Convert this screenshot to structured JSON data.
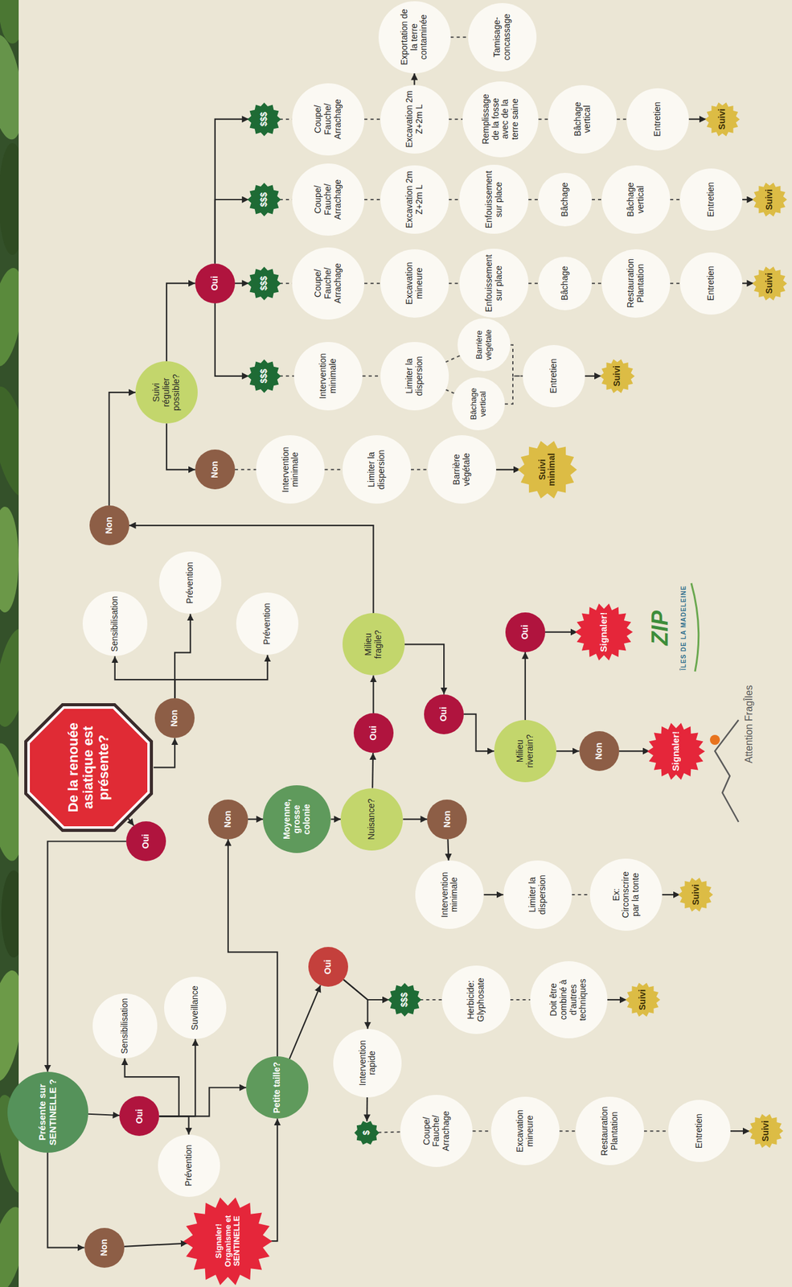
{
  "diagram": {
    "nodes": [
      {
        "text": [
          "De la renouée asiatique est présente?"
        ]
      },
      {
        "text": [
          "Non"
        ]
      },
      {
        "text": [
          "Sensibilisation"
        ]
      },
      {
        "text": [
          "Prévention"
        ]
      },
      {
        "text": [
          "Prévention"
        ]
      },
      {
        "text": [
          "Oui"
        ]
      },
      {
        "text": [
          "Présente sur SENTINELLE ?"
        ]
      },
      {
        "text": [
          "Oui"
        ]
      },
      {
        "text": [
          "Sensibilisation"
        ]
      },
      {
        "text": [
          "Suveillance"
        ]
      },
      {
        "text": [
          "Prévention"
        ]
      },
      {
        "text": [
          "Non"
        ]
      },
      {
        "text": [
          "Signaler! Organisme et SENTINELLE"
        ]
      },
      {
        "text": [
          "Petite taille?"
        ]
      },
      {
        "text": [
          "Oui"
        ]
      },
      {
        "text": [
          "Intervention rapide"
        ]
      },
      {
        "text": [
          "$"
        ]
      },
      {
        "text": [
          "Coupe/ Fauche/ Arrachage"
        ]
      },
      {
        "text": [
          "Excavation mineure"
        ]
      },
      {
        "text": [
          "Restauration Plantation"
        ]
      },
      {
        "text": [
          "Entretien"
        ]
      },
      {
        "text": [
          "Suivi"
        ]
      },
      {
        "text": [
          "$$$"
        ]
      },
      {
        "text": [
          "Herbicide: Glyphosate"
        ]
      },
      {
        "text": [
          "Doit être combiné à d'autres techniques"
        ]
      },
      {
        "text": [
          "Suivi"
        ]
      },
      {
        "text": [
          "Non"
        ]
      },
      {
        "text": [
          "Moyenne, grosse colonie"
        ]
      },
      {
        "text": [
          "Nuisance?"
        ]
      },
      {
        "text": [
          "Non"
        ]
      },
      {
        "text": [
          "Intervention minimale"
        ]
      },
      {
        "text": [
          "Limiter la dispersion"
        ]
      },
      {
        "text": [
          "Ex: Circonscrire par la tonte"
        ]
      },
      {
        "text": [
          "Suivi"
        ]
      },
      {
        "text": [
          "Oui"
        ]
      },
      {
        "text": [
          "Milieu fragile?"
        ]
      },
      {
        "text": [
          "Oui"
        ]
      },
      {
        "text": [
          "Milieu riverain?"
        ]
      },
      {
        "text": [
          "Non"
        ]
      },
      {
        "text": [
          "Signaler!"
        ]
      },
      {
        "text": [
          "Oui"
        ]
      },
      {
        "text": [
          "Signaler!"
        ]
      },
      {
        "text": [
          "Non"
        ]
      },
      {
        "text": [
          "Suivi régulier possible?"
        ]
      },
      {
        "text": [
          "Non"
        ]
      },
      {
        "text": [
          "Intervention minimale"
        ]
      },
      {
        "text": [
          "Limiter la dispersion"
        ]
      },
      {
        "text": [
          "Barrière végétale"
        ]
      },
      {
        "text": [
          "Suivi minimal"
        ]
      },
      {
        "text": [
          "Oui"
        ]
      },
      {
        "text": [
          "$$$"
        ]
      },
      {
        "text": [
          "Intervention minimale"
        ]
      },
      {
        "text": [
          "Limiter la dispersion"
        ]
      },
      {
        "text": [
          "Barrière végétale"
        ]
      },
      {
        "text": [
          "Bâchage vertical"
        ]
      },
      {
        "text": [
          "Entretien"
        ]
      },
      {
        "text": [
          "Suivi"
        ]
      },
      {
        "text": [
          "$$$"
        ]
      },
      {
        "text": [
          "Coupe/ Fauche/ Arrachage"
        ]
      },
      {
        "text": [
          "Excavation mineure"
        ]
      },
      {
        "text": [
          "Enfouissement sur place"
        ]
      },
      {
        "text": [
          "Bâchage"
        ]
      },
      {
        "text": [
          "Restauration Plantation"
        ]
      },
      {
        "text": [
          "Entretien"
        ]
      },
      {
        "text": [
          "Suivi"
        ]
      },
      {
        "text": [
          "$$$"
        ]
      },
      {
        "text": [
          "Coupe/ Fauche/ Arrachage"
        ]
      },
      {
        "text": [
          "Excavation 2m Z+2m L"
        ]
      },
      {
        "text": [
          "Enfouissement sur place"
        ]
      },
      {
        "text": [
          "Bâchage"
        ]
      },
      {
        "text": [
          "Bâchage vertical"
        ]
      },
      {
        "text": [
          "Entretien"
        ]
      },
      {
        "text": [
          "Suivi"
        ]
      },
      {
        "text": [
          "$$$"
        ]
      },
      {
        "text": [
          "Coupe/ Fauche/ Arrachage"
        ]
      },
      {
        "text": [
          "Excavation 2m Z+2m L"
        ]
      },
      {
        "text": [
          "Exportation de la terre contaminée"
        ]
      },
      {
        "text": [
          "Tamisage- concassage"
        ]
      },
      {
        "text": [
          "Remplissage de la fosse avec de la terre saine"
        ]
      },
      {
        "text": [
          "Bâchage vertical"
        ]
      },
      {
        "text": [
          "Entretien"
        ]
      },
      {
        "text": [
          "Suivi"
        ]
      }
    ],
    "edges": [
      {
        "from": 0,
        "to": 1,
        "arrow": "to"
      },
      {
        "from": 0,
        "to": 5,
        "arrow": "to"
      },
      {
        "from": 1,
        "to": 2,
        "arrow": "to"
      },
      {
        "from": 1,
        "to": 3,
        "arrow": "to"
      },
      {
        "from": 1,
        "to": 4,
        "arrow": "to"
      },
      {
        "from": 5,
        "to": 6,
        "arrow": "to"
      },
      {
        "from": 6,
        "to": 7,
        "arrow": "to"
      },
      {
        "from": 6,
        "to": 11,
        "arrow": "to"
      },
      {
        "from": 7,
        "to": 8,
        "arrow": "to"
      },
      {
        "from": 7,
        "to": 9,
        "arrow": "to"
      },
      {
        "from": 7,
        "to": 10,
        "arrow": "to"
      },
      {
        "from": 7,
        "to": 13,
        "arrow": "to"
      },
      {
        "from": 11,
        "to": 12,
        "arrow": "to"
      },
      {
        "from": 12,
        "to": 13,
        "arrow": "to"
      },
      {
        "from": 13,
        "to": 14,
        "arrow": "to"
      },
      {
        "from": 13,
        "to": 26,
        "arrow": "to"
      },
      {
        "from": 14,
        "to": 15,
        "arrow": "to"
      },
      {
        "from": 14,
        "to": 22,
        "arrow": "to"
      },
      {
        "from": 15,
        "to": 16,
        "arrow": "to"
      },
      {
        "from": 16,
        "to": 17,
        "arrow": "none"
      },
      {
        "from": 17,
        "to": 18,
        "arrow": "none"
      },
      {
        "from": 18,
        "to": 19,
        "arrow": "none"
      },
      {
        "from": 19,
        "to": 20,
        "arrow": "none"
      },
      {
        "from": 20,
        "to": 21,
        "arrow": "to"
      },
      {
        "from": 22,
        "to": 23,
        "arrow": "none"
      },
      {
        "from": 23,
        "to": 24,
        "arrow": "none"
      },
      {
        "from": 24,
        "to": 25,
        "arrow": "to"
      },
      {
        "from": 26,
        "to": 27,
        "arrow": "to"
      },
      {
        "from": 27,
        "to": 28,
        "arrow": "to"
      },
      {
        "from": 28,
        "to": 29,
        "arrow": "to"
      },
      {
        "from": 28,
        "to": 34,
        "arrow": "to"
      },
      {
        "from": 29,
        "to": 30,
        "arrow": "to"
      },
      {
        "from": 30,
        "to": 31,
        "arrow": "to"
      },
      {
        "from": 31,
        "to": 32,
        "arrow": "none"
      },
      {
        "from": 32,
        "to": 33,
        "arrow": "to"
      },
      {
        "from": 34,
        "to": 35,
        "arrow": "to"
      },
      {
        "from": 35,
        "to": 36,
        "arrow": "to"
      },
      {
        "from": 36,
        "to": 37,
        "arrow": "to"
      },
      {
        "from": 37,
        "to": 38,
        "arrow": "to"
      },
      {
        "from": 38,
        "to": 39,
        "arrow": "to"
      },
      {
        "from": 37,
        "to": 40,
        "arrow": "to"
      },
      {
        "from": 40,
        "to": 41,
        "arrow": "to"
      },
      {
        "from": 35,
        "to": 42,
        "arrow": "to"
      },
      {
        "from": 42,
        "to": 43,
        "arrow": "to"
      },
      {
        "from": 43,
        "to": 44,
        "arrow": "to"
      },
      {
        "from": 43,
        "to": 49,
        "arrow": "to"
      },
      {
        "from": 44,
        "to": 45,
        "arrow": "none"
      },
      {
        "from": 45,
        "to": 46,
        "arrow": "none"
      },
      {
        "from": 46,
        "to": 47,
        "arrow": "none"
      },
      {
        "from": 47,
        "to": 48,
        "arrow": "to"
      },
      {
        "from": 49,
        "to": 50,
        "arrow": "to"
      },
      {
        "from": 49,
        "to": 57,
        "arrow": "to"
      },
      {
        "from": 49,
        "to": 65,
        "arrow": "to"
      },
      {
        "from": 49,
        "to": 73,
        "arrow": "to"
      },
      {
        "from": 50,
        "to": 51,
        "arrow": "none"
      },
      {
        "from": 51,
        "to": 52,
        "arrow": "none"
      },
      {
        "from": 52,
        "to": 53,
        "arrow": "none"
      },
      {
        "from": 52,
        "to": 54,
        "arrow": "none"
      },
      {
        "from": 53,
        "to": 55,
        "arrow": "none"
      },
      {
        "from": 54,
        "to": 55,
        "arrow": "none"
      },
      {
        "from": 55,
        "to": 56,
        "arrow": "to"
      },
      {
        "from": 57,
        "to": 58,
        "arrow": "none"
      },
      {
        "from": 58,
        "to": 59,
        "arrow": "none"
      },
      {
        "from": 59,
        "to": 60,
        "arrow": "none"
      },
      {
        "from": 60,
        "to": 61,
        "arrow": "none"
      },
      {
        "from": 61,
        "to": 62,
        "arrow": "none"
      },
      {
        "from": 62,
        "to": 63,
        "arrow": "none"
      },
      {
        "from": 63,
        "to": 64,
        "arrow": "to"
      },
      {
        "from": 65,
        "to": 66,
        "arrow": "none"
      },
      {
        "from": 66,
        "to": 67,
        "arrow": "none"
      },
      {
        "from": 67,
        "to": 68,
        "arrow": "none"
      },
      {
        "from": 68,
        "to": 69,
        "arrow": "none"
      },
      {
        "from": 69,
        "to": 70,
        "arrow": "none"
      },
      {
        "from": 70,
        "to": 71,
        "arrow": "none"
      },
      {
        "from": 71,
        "to": 72,
        "arrow": "to"
      },
      {
        "from": 73,
        "to": 74,
        "arrow": "none"
      },
      {
        "from": 74,
        "to": 75,
        "arrow": "none"
      },
      {
        "from": 75,
        "to": 76,
        "arrow": "to"
      },
      {
        "from": 76,
        "to": 77,
        "arrow": "none"
      },
      {
        "from": 75,
        "to": 78,
        "arrow": "none"
      },
      {
        "from": 78,
        "to": 79,
        "arrow": "none"
      },
      {
        "from": 79,
        "to": 80,
        "arrow": "none"
      },
      {
        "from": 80,
        "to": 81,
        "arrow": "to"
      }
    ],
    "labels": [
      "ZIP",
      "ÎLES DE LA MADELEINE",
      "Attention FragÎles"
    ]
  }
}
